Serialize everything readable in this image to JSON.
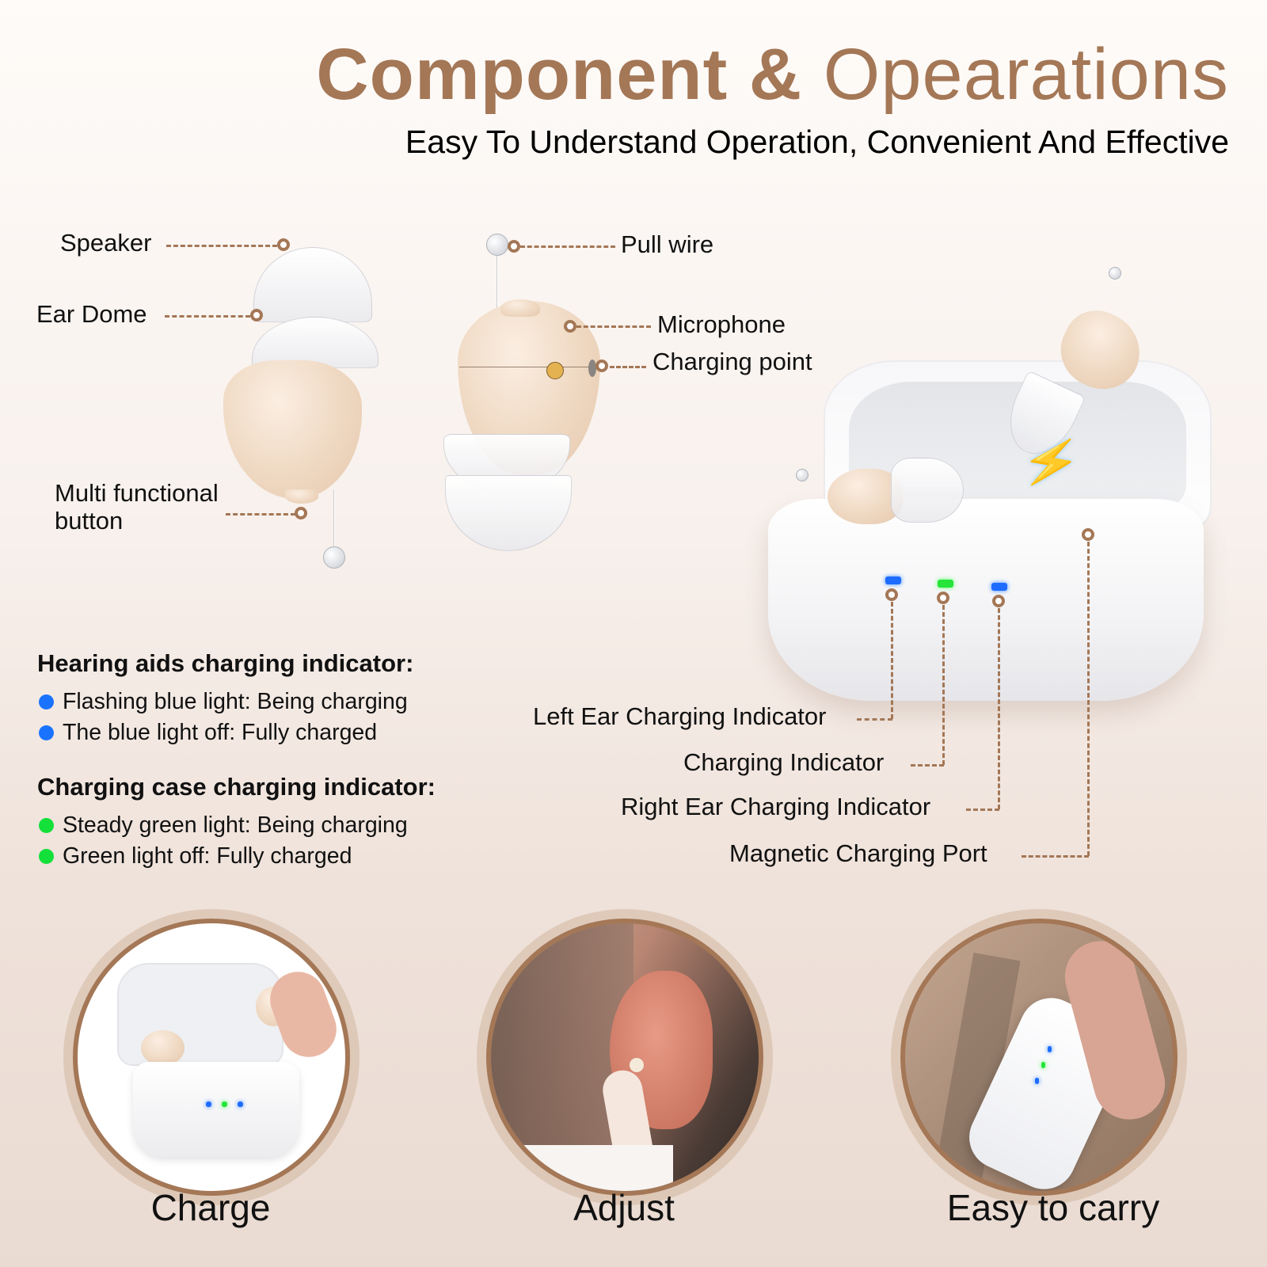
{
  "header": {
    "title_bold": "Component &",
    "title_light": "Opearations",
    "subtitle": "Easy To Understand Operation, Convenient And Effective"
  },
  "colors": {
    "accent": "#a47756",
    "skin_tone": "#f1dcc7",
    "led_blue": "#1e6cff",
    "led_green": "#25e43a",
    "background": "#f8f1ed"
  },
  "left_device": {
    "callouts": {
      "speaker": "Speaker",
      "ear_dome": "Ear Dome",
      "multi_button_line1": "Multi functional",
      "multi_button_line2": "button"
    }
  },
  "middle_device": {
    "callouts": {
      "pull_wire": "Pull wire",
      "microphone": "Microphone",
      "charging_point": "Charging point"
    }
  },
  "case": {
    "leds": [
      {
        "name": "left-ear",
        "color": "blue"
      },
      {
        "name": "case",
        "color": "green"
      },
      {
        "name": "right-ear",
        "color": "blue"
      }
    ],
    "callouts": {
      "left_ear": "Left Ear Charging Indicator",
      "charging": "Charging Indicator",
      "right_ear": "Right Ear Charging Indicator",
      "magnetic_port": "Magnetic Charging Port"
    }
  },
  "indicators": {
    "hearing_aids": {
      "heading": "Hearing aids charging indicator:",
      "items": [
        {
          "text": "Flashing blue light: Being charging",
          "color": "#1a73ff"
        },
        {
          "text": "The blue light off: Fully charged",
          "color": "#1a73ff"
        }
      ]
    },
    "charging_case": {
      "heading": "Charging case charging indicator:",
      "items": [
        {
          "text": "Steady green light: Being charging",
          "color": "#14e03a"
        },
        {
          "text": "Green light off: Fully charged",
          "color": "#14e03a"
        }
      ]
    }
  },
  "features": [
    {
      "label": "Charge",
      "image": "hand-placing-hearing-aid-in-case"
    },
    {
      "label": "Adjust",
      "image": "finger-inserting-aid-into-ear"
    },
    {
      "label": "Easy to carry",
      "image": "case-in-jacket-pocket"
    }
  ]
}
